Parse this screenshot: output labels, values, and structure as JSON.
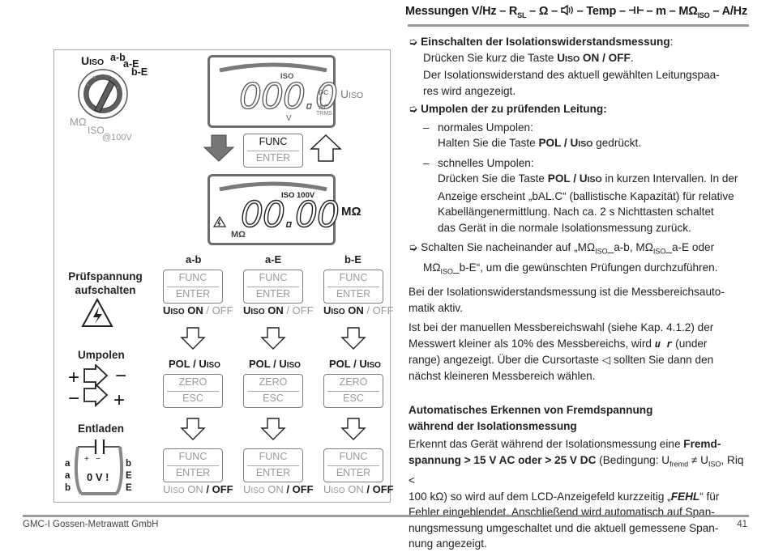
{
  "header": {
    "title_prefix": "Messungen V/Hz – R",
    "title_sub": "SL",
    "title_mid": " – Ω – ",
    "title_mid2": " – Temp – ",
    "title_mid3": " – m – MΩ",
    "title_sub2": "ISO",
    "title_end": " – A/Hz"
  },
  "diagram": {
    "selector": {
      "uiso": "U",
      "uiso_sub": "ISO",
      "ab": "a-b",
      "ae": "a-E",
      "be": "b-E",
      "mohm": "MΩ",
      "iso": "ISO",
      "at100": "@100V"
    },
    "lcd1": {
      "iso": "ISO",
      "digits": "000.0",
      "v": "V",
      "dc": "DC",
      "ac": "AC",
      "trms": "TRMS",
      "side": "U",
      "side_sub": "ISO"
    },
    "func_key": {
      "top": "FUNC",
      "bottom": "ENTER"
    },
    "lcd2": {
      "iso100": "ISO 100V",
      "digits": "00.00",
      "mohm": "MΩ",
      "unit": "MΩ"
    },
    "columns": [
      "a-b",
      "a-E",
      "b-E"
    ],
    "pruef_label_1": "Prüfspannung",
    "pruef_label_2": "aufschalten",
    "umpolen_label": "Umpolen",
    "entladen_label": "Entladen",
    "uiso_on": "U",
    "uiso_on_sub": "ISO",
    "on_text": " ON",
    "off_text": " / OFF",
    "pol_label": "POL / U",
    "pol_sub": "ISO",
    "zero_key": {
      "top": "ZERO",
      "bottom": "ESC"
    },
    "ov": "0 V !",
    "left_letters": [
      "a",
      "a",
      "b"
    ],
    "right_letters": [
      "b",
      "E",
      "E"
    ]
  },
  "text": {
    "s1_title": "Einschalten der Isolationswiderstandsmessung",
    "s1_colon": ":",
    "s1_l1a": "Drücken Sie kurz die Taste ",
    "s1_l1b": "U",
    "s1_l1c": "ISO",
    "s1_l1d": " ON / OFF",
    "s1_l1e": ".",
    "s1_l2": "Der Isolationswiderstand des aktuell gewählten Leitungspaa-",
    "s1_l3": "res wird angezeigt.",
    "s2_title": "Umpolen der zu prüfenden Leitung:",
    "s2_b1": "normales Umpolen:",
    "s2_b1a": "Halten Sie die Taste ",
    "s2_b1b": "POL / U",
    "s2_b1c": "ISO",
    "s2_b1d": " gedrückt.",
    "s2_b2": "schnelles Umpolen:",
    "s2_b2a": "Drücken Sie die Taste ",
    "s2_b2b": "POL / U",
    "s2_b2c": "ISO",
    "s2_b2d": " in kurzen Intervallen. In der",
    "s2_b2l2": "Anzeige erscheint „bAL.C“ (ballistische Kapazität) für relative",
    "s2_b2l3": "Kabellängenermittlung. Nach ca. 2 s Nichttasten schaltet",
    "s2_b2l4": "das Gerät in die normale Isolationsmessung zurück.",
    "s3_a": "Schalten Sie nacheinander auf „MΩ",
    "s3_sub1": "ISO",
    "s3_b": "_a-b, MΩ",
    "s3_sub2": "ISO",
    "s3_c": "_a-E oder",
    "s3_d": "MΩ",
    "s3_sub3": "ISO",
    "s3_e": "_b-E“, um die gewünschten Prüfungen durchzuführen.",
    "p1": "Bei der Isolationswiderstandsmessung ist die Messbereichsauto-",
    "p1b": "matik aktiv.",
    "p2": "Ist bei der manuellen Messbereichswahl (siehe Kap. 4.1.2) der",
    "p2b_a": "Messwert kleiner als 10% des Messbereichs, wird ",
    "p2b_ur": "u r",
    "p2b_c": " (under",
    "p2c": "range) angezeigt. Über die Cursortaste ◁ sollten Sie dann den",
    "p2d": "nächst kleineren Messbereich wählen.",
    "h2_l1": "Automatisches Erkennen von Fremdspannung",
    "h2_l2": "während der Isolationsmessung",
    "p3_a": "Erkennt das Gerät während der Isolationsmessung eine ",
    "p3_b": "Fremd-",
    "p3_c": "spannung > 15 V AC oder > 25 V DC",
    "p3_d": " (Bedingung: U",
    "p3_sub1": "fremd",
    "p3_e": " ≠ U",
    "p3_sub2": "ISO",
    "p3_f": ", Riq <",
    "p3_g": "100 kΩ) so wird auf dem LCD-Anzeigefeld kurzzeitig „",
    "p3_fehl": "FEHL",
    "p3_h": "“ für",
    "p3_i": "Fehler eingeblendet. Anschließend wird automatisch auf Span-",
    "p3_j": "nungsmessung umgeschaltet und die aktuell gemessene Span-",
    "p3_k": "nung angezeigt."
  },
  "footer": {
    "left": "GMC-I Gossen-Metrawatt GmbH",
    "page": "41"
  }
}
